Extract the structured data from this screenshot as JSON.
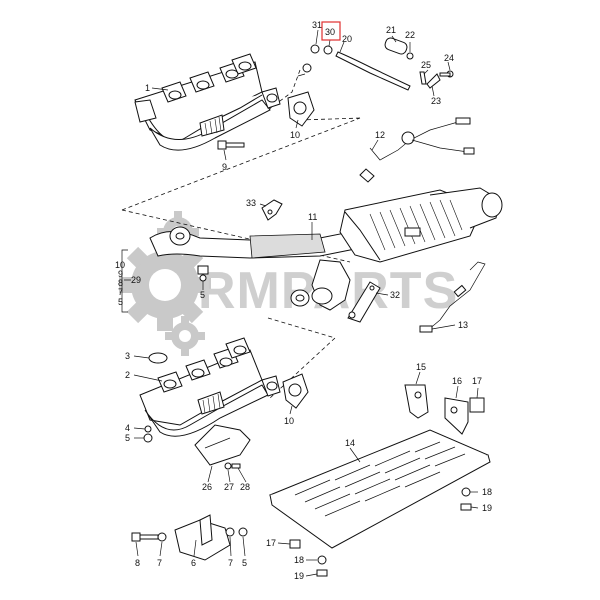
{
  "diagram": {
    "highlight_color": "#e03030",
    "watermark": {
      "text": "RMPARTS",
      "color": "#cccccc"
    },
    "callouts": [
      "31",
      "30",
      "20",
      "21",
      "22",
      "24",
      "25",
      "23",
      "1",
      "10",
      "12",
      "9",
      "33",
      "11",
      "10",
      "9",
      "8",
      "7",
      "5",
      "29",
      "5",
      "32",
      "13",
      "3",
      "2",
      "15",
      "16",
      "17",
      "4",
      "5",
      "10",
      "14",
      "26",
      "27",
      "28",
      "18",
      "19",
      "8",
      "7",
      "6",
      "7",
      "5",
      "17",
      "18",
      "19"
    ],
    "highlighted_callout": "30"
  }
}
